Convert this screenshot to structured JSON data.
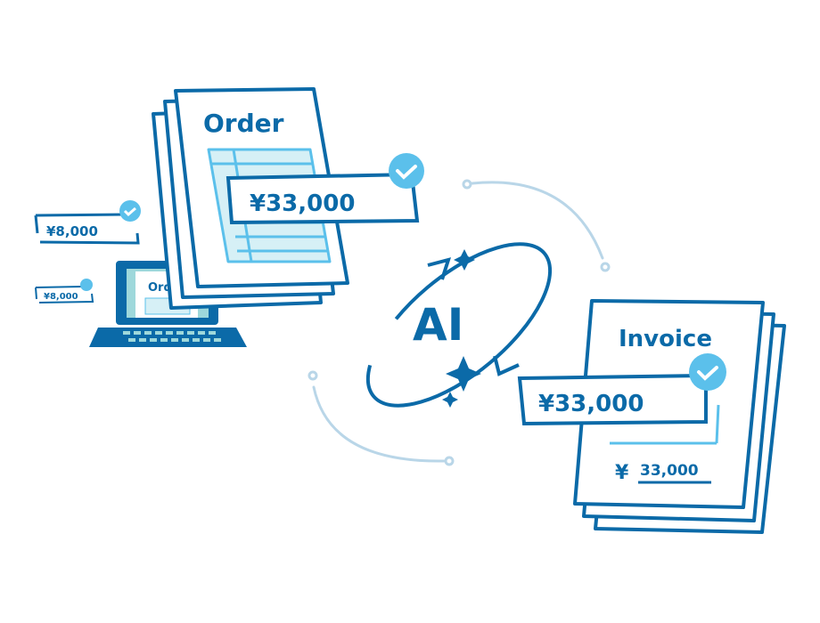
{
  "order": {
    "title": "Order",
    "amount": "¥33,000"
  },
  "small_receipts": [
    {
      "amount": "¥8,000"
    },
    {
      "amount": "¥8,000"
    }
  ],
  "laptop": {
    "screen_title": "Orde"
  },
  "center": {
    "label": "AI"
  },
  "invoice": {
    "title": "Invoice",
    "amount": "¥33,000",
    "line_currency": "¥",
    "line_amount": "33,000"
  },
  "colors": {
    "dark": "#0b6aa8",
    "light": "#5bc0eb",
    "teal": "#9ed8db",
    "ring": "#b9d6e8"
  }
}
